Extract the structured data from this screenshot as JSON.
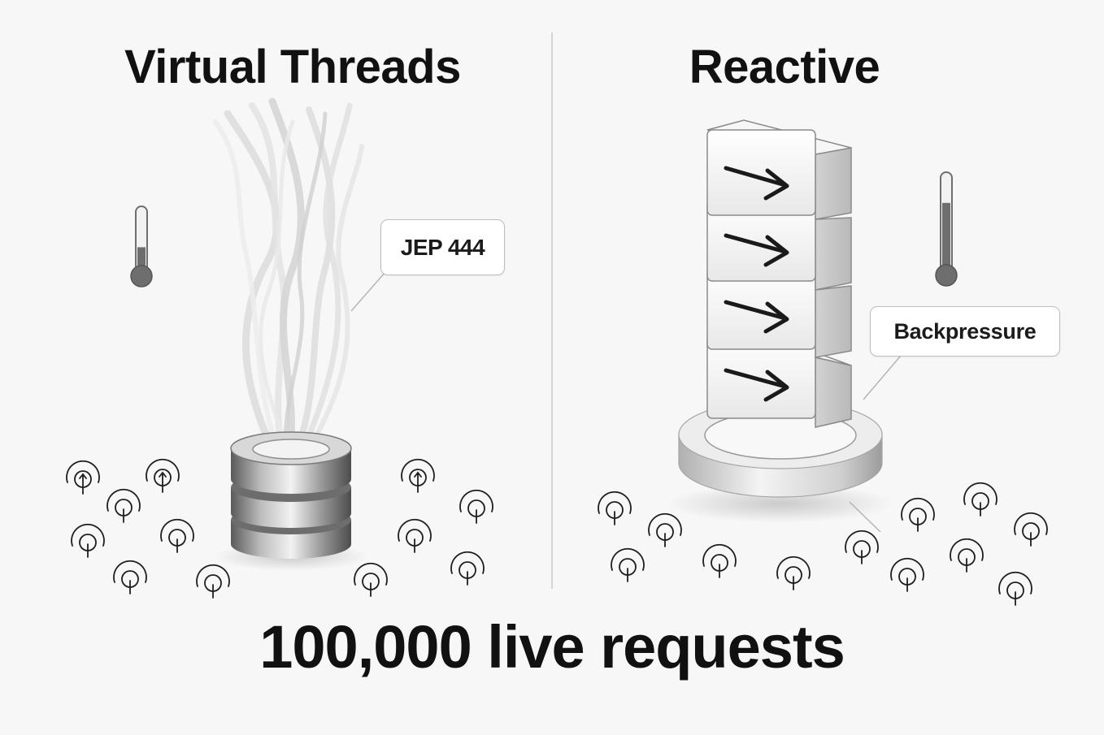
{
  "panels": {
    "left": {
      "title": "Virtual Threads",
      "callout": "JEP 444"
    },
    "right": {
      "title": "Reactive",
      "callout": "Backpressure"
    }
  },
  "footer": {
    "text": "100,000 live requests"
  },
  "icons": {
    "thermometer": "thermometer-icon",
    "request": "request-signal-icon",
    "arrow": "arrow-right-icon"
  },
  "thermometers": {
    "left_level": 0.45,
    "right_level": 0.72
  },
  "colors": {
    "background": "#f7f7f7",
    "ink": "#111111",
    "metal": "#8a8a8a",
    "divider": "#c8c8c8",
    "threads": "#d9d9d9"
  }
}
